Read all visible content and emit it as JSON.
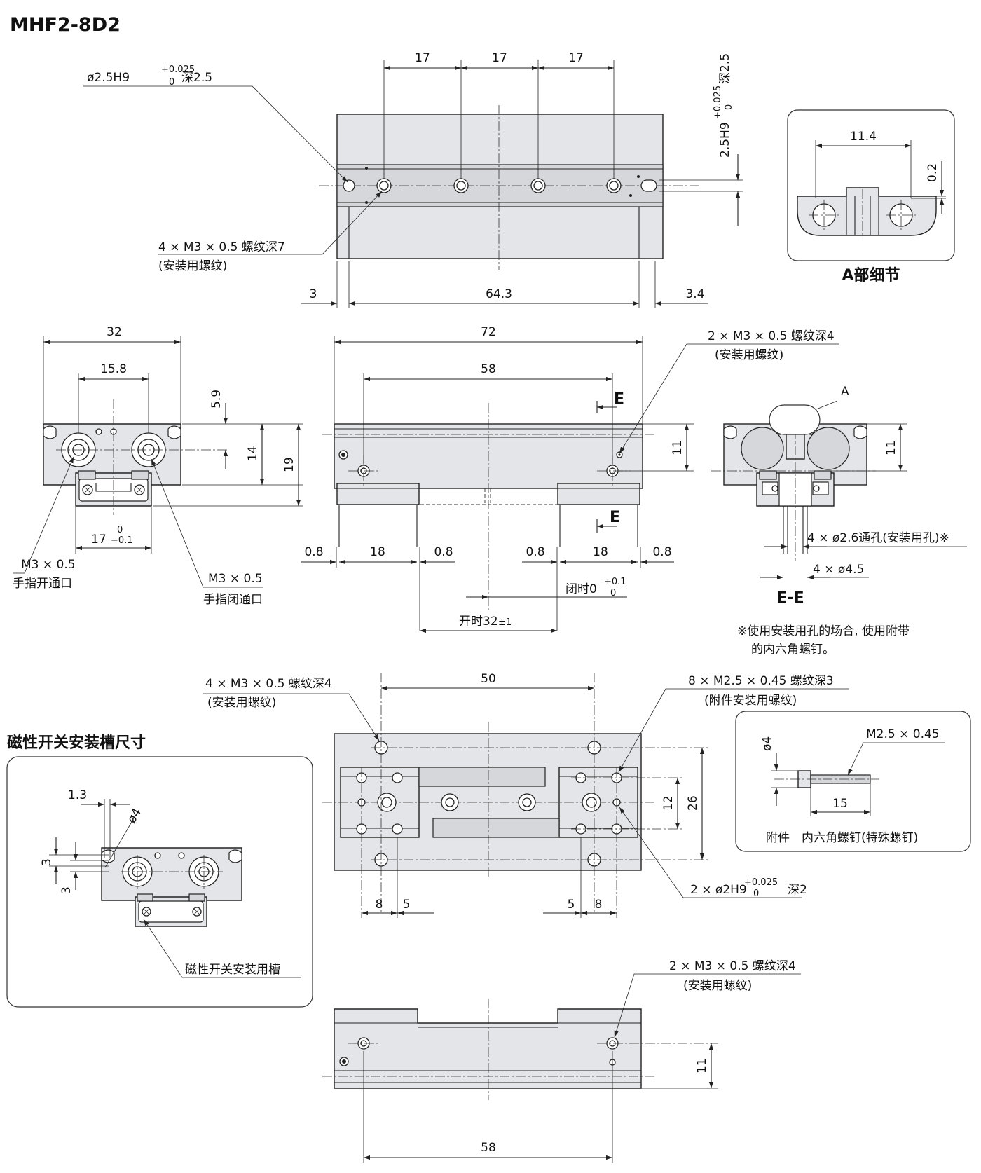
{
  "title": "MHF2-8D2",
  "top_view": {
    "dim_pitch1": "17",
    "dim_pitch2": "17",
    "dim_pitch3": "17",
    "pin_hole_label": "ø2.5H9",
    "pin_hole_tol_upper": "+0.025",
    "pin_hole_tol_lower": "0",
    "pin_hole_depth": "深2.5",
    "vert_hole_label": "2.5H9",
    "vert_hole_tol_upper": "+0.025",
    "vert_hole_tol_lower": "0",
    "vert_hole_depth": "深2.5",
    "mount_thread_label": "4 × M3 × 0.5 螺纹深7",
    "mount_thread_note": "(安装用螺纹)",
    "dim_left": "3",
    "dim_center": "64.3",
    "dim_right": "3.4"
  },
  "detail_a": {
    "dim_width": "11.4",
    "dim_gap": "0.2",
    "caption": "A部细节"
  },
  "side_view": {
    "dim_width": "32",
    "dim_port_pitch": "15.8",
    "dim_59": "5.9",
    "dim_14": "14",
    "dim_19": "19",
    "dim_17": "17",
    "dim_17_tol_upper": "0",
    "dim_17_tol_lower": "−0.1",
    "port_open_label": "M3 × 0.5",
    "port_open_note": "手指开通口",
    "port_close_label": "M3 × 0.5",
    "port_close_note": "手指闭通口"
  },
  "front_view": {
    "dim_72": "72",
    "dim_58": "58",
    "dim_11": "11",
    "section_mark": "E",
    "side_thread_label": "2 × M3 × 0.5 螺纹深4",
    "side_thread_note": "(安装用螺纹)",
    "dim_08_a": "0.8",
    "dim_18_a": "18",
    "dim_08_b": "0.8",
    "dim_08_c": "0.8",
    "dim_18_b": "18",
    "dim_08_d": "0.8",
    "closed_label": "闭时0",
    "closed_tol_upper": "+0.1",
    "closed_tol_lower": "0",
    "open_label": "开时32",
    "open_tol": "±1"
  },
  "section_ee": {
    "marker_a": "A",
    "dim_11": "11",
    "through_hole_label": "4 × ø2.6通孔(安装用孔)※",
    "counterbore_label": "4 × ø4.5",
    "caption": "E-E",
    "note_line1": "※使用安装用孔的场合, 使用附带",
    "note_line2": "的内六角螺钉。"
  },
  "bottom_view": {
    "mount_thread_label": "4 × M3 × 0.5 螺纹深4",
    "mount_thread_note": "(安装用螺纹)",
    "dim_50": "50",
    "acc_thread_label": "8 × M2.5 × 0.45 螺纹深3",
    "acc_thread_note": "(附件安装用螺纹)",
    "dim_12": "12",
    "dim_26": "26",
    "pin_label": "2 × ø2H9",
    "pin_tol_upper": "+0.025",
    "pin_tol_lower": "0",
    "pin_depth": "深2",
    "dim_8a": "8",
    "dim_5a": "5",
    "dim_5b": "5",
    "dim_8b": "8"
  },
  "switch_slot": {
    "heading": "磁性开关安装槽尺寸",
    "dim_13": "1.3",
    "dim_phi4": "ø4",
    "dim_3a": "3",
    "dim_3b": "3",
    "slot_label": "磁性开关安装用槽"
  },
  "accessory": {
    "dim_phi4": "ø4",
    "thread_label": "M2.5 × 0.45",
    "dim_15": "15",
    "caption": "附件　内六角螺钉(特殊螺钉)"
  },
  "rear_view": {
    "thread_label": "2 × M3 × 0.5 螺纹深4",
    "thread_note": "(安装用螺纹)",
    "dim_11": "11",
    "dim_58": "58"
  }
}
